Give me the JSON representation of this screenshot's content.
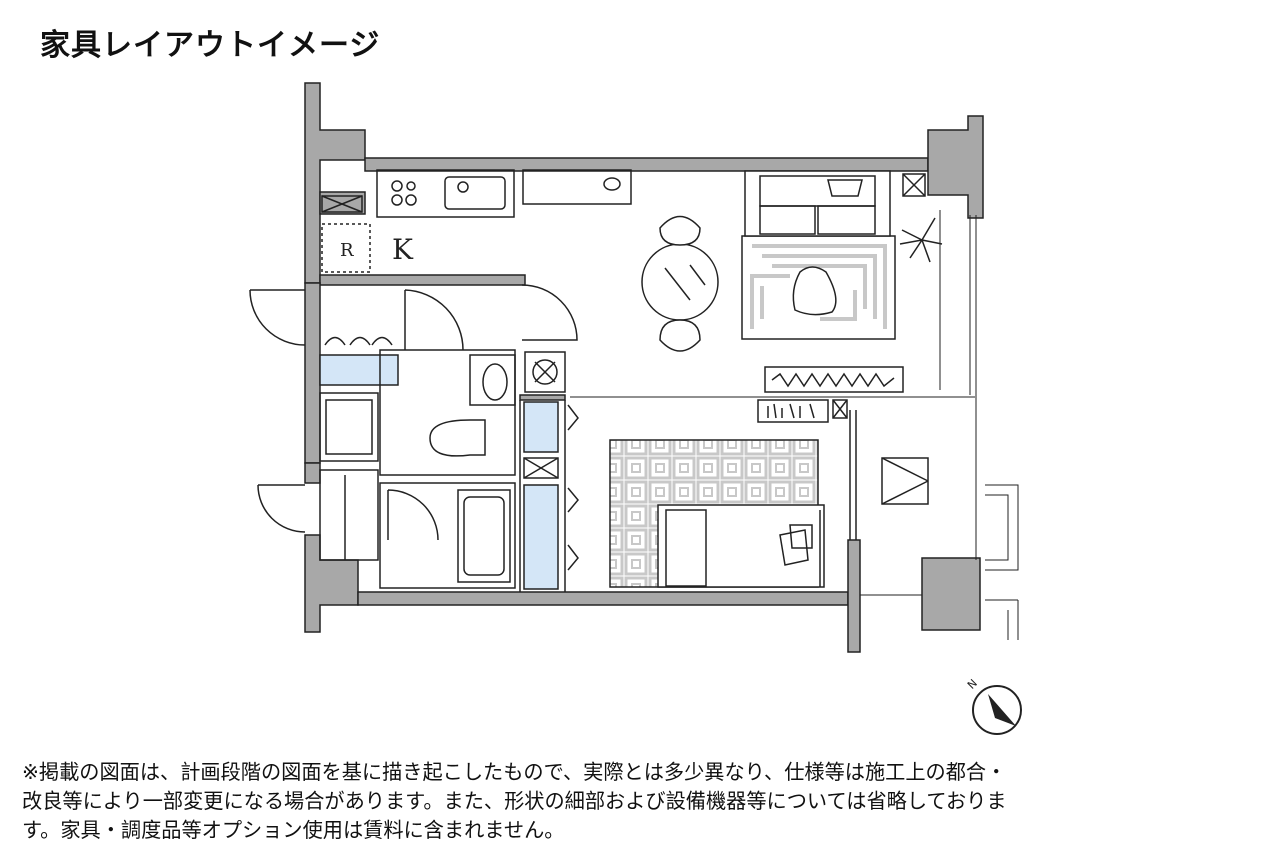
{
  "title": "家具レイアウトイメージ",
  "room_labels": {
    "kitchen": "K",
    "refrigerator": "R"
  },
  "compass": {
    "north_label": "N"
  },
  "notes": [
    "※掲載の図面は、計画段階の図面を基に描き起こしたもので、実際とは多少異なり、仕様等は施工上の都合・",
    "改良等により一部変更になる場合があります。また、形状の細部および設備機器等については省略しておりま",
    "す。家具・調度品等オプション使用は賃料に含まれません。"
  ],
  "colors": {
    "wall": "#a8a8a8",
    "storage": "#d4e6f7",
    "line": "#222222",
    "rug_pattern": "#c8c8c8"
  }
}
